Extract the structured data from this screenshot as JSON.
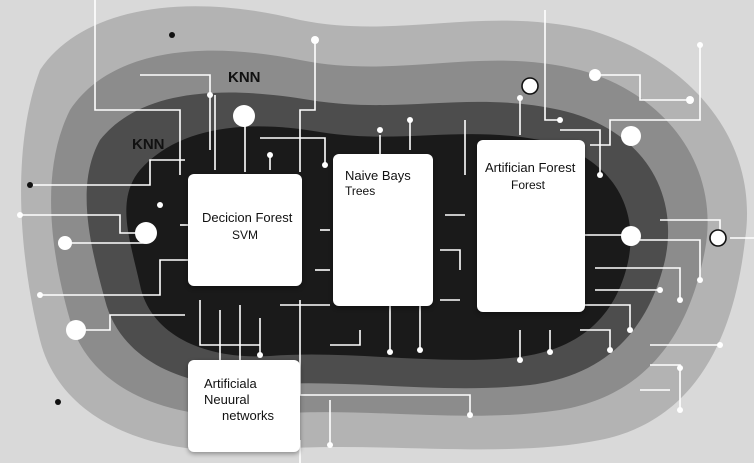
{
  "floating_labels": {
    "knn_top": "KNN",
    "knn_left": "KNN"
  },
  "cards": {
    "decision": {
      "line1": "Decicion Forest",
      "line2": "SVM"
    },
    "naive": {
      "line1": "Naive Bays",
      "line2": "Trees"
    },
    "artificial_forest": {
      "line1": "Artifician Forest",
      "line2": "Forest"
    },
    "neural": {
      "line1": "Artificiala",
      "line2": "Neuural",
      "line3": "networks"
    }
  },
  "colors": {
    "background": "#d9d9d9",
    "layer_outer": "#b3b3b3",
    "layer_mid": "#8c8c8c",
    "layer_inner": "#4d4d4d",
    "layer_core": "#1a1a1a",
    "card": "#ffffff",
    "wire_light": "#ffffff"
  }
}
